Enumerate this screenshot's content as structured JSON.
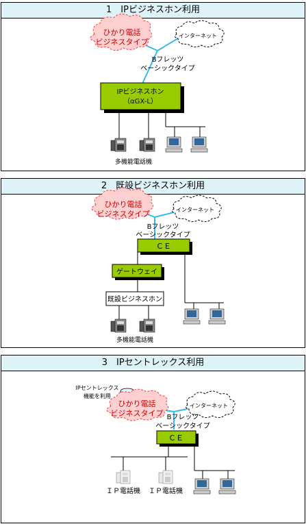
{
  "panels": [
    {
      "title": "1　IPビジネスホン利用",
      "cloud_red": [
        "ひかり電話",
        "ビジネスタイプ"
      ],
      "cloud_net": "インターネット",
      "line_service": [
        "Bフレッツ",
        "ベーシックタイプ"
      ],
      "main_box": [
        "IPビジネスホン",
        "（αGX-L）"
      ],
      "phones_label": "多機能電話機"
    },
    {
      "title": "2　既設ビジネスホン利用",
      "cloud_red": [
        "ひかり電話",
        "ビジネスタイプ"
      ],
      "cloud_net": "インターネット",
      "line_service": [
        "Bフレッツ",
        "ベーシックタイプ"
      ],
      "ce_box": "ＣＥ",
      "gateway_box": "ゲートウェイ",
      "legacy_box": "既設ビジネスホン",
      "phones_label": "多機能電話機"
    },
    {
      "title": "3　IPセントレックス利用",
      "service_note": [
        "IPセントレックス",
        "機能を利用"
      ],
      "cloud_red": [
        "ひかり電話",
        "ビジネスタイプ"
      ],
      "cloud_net": "インターネット",
      "line_service": [
        "Bフレッツ",
        "ベーシックタイプ"
      ],
      "ce_box": "ＣＥ",
      "ip_phone_label": "ＩＰ電話機"
    }
  ],
  "colors": {
    "title_bg": "#ddf3f8",
    "box_green": "#99cc00",
    "cloud_red_fill": "#ffd0d0",
    "cloud_red_text": "#cc0000",
    "network_line": "#33bbee"
  }
}
